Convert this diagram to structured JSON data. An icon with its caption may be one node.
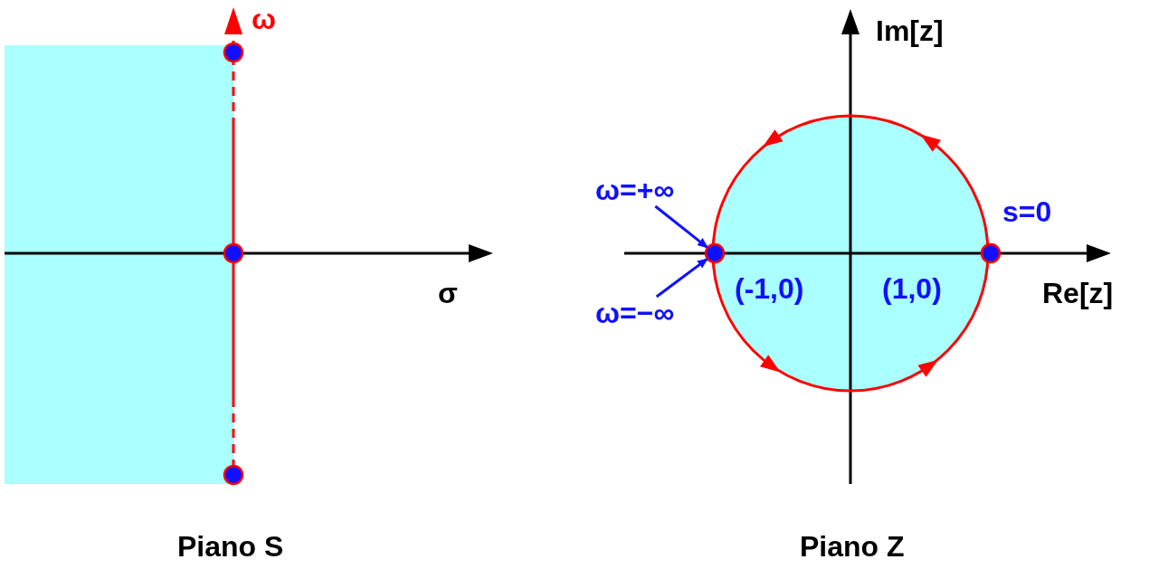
{
  "diagram": {
    "nodes": [
      {
        "text": [
          "ω=+∞"
        ]
      },
      {
        "text": [
          "ω=−∞"
        ]
      },
      {
        "text": [],
        "shape": "circle"
      },
      {
        "text": [],
        "shape": "circle"
      },
      {
        "text": [],
        "shape": "circle"
      },
      {
        "text": [],
        "shape": "circle"
      },
      {
        "text": [],
        "shape": "circle"
      }
    ],
    "edges": [
      {
        "from": 0,
        "to": 5,
        "arrow": "to"
      },
      {
        "from": 1,
        "to": 5,
        "arrow": "to"
      }
    ],
    "labels": [
      "ω",
      "σ",
      "Piano S",
      "Im[z]",
      "s=0",
      "Re[z]",
      "(-1,0)",
      "(1,0)",
      "Piano Z"
    ]
  }
}
